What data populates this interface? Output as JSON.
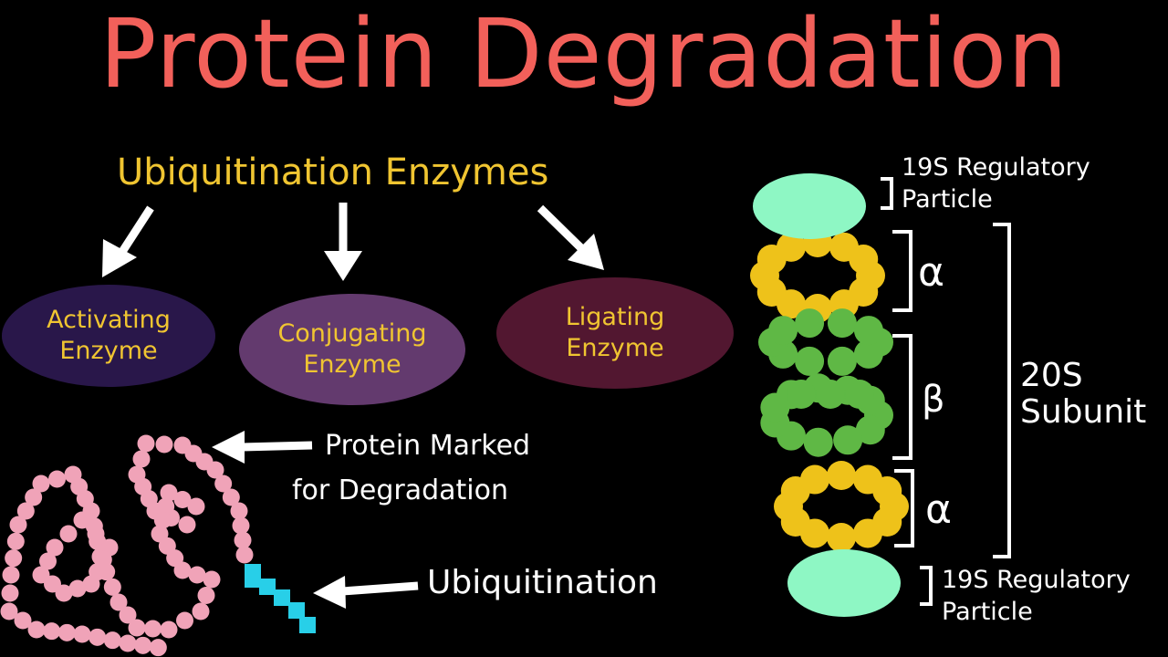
{
  "title": "Protein Degradation",
  "subtitle": "Ubiquitination Enzymes",
  "enzymes": [
    {
      "line1": "Activating",
      "line2": "Enzyme",
      "color": "#29174a"
    },
    {
      "line1": "Conjugating",
      "line2": "Enzyme",
      "color": "#633a6e"
    },
    {
      "line1": "Ligating",
      "line2": "Enzyme",
      "color": "#521730"
    }
  ],
  "labels": {
    "protein_marked_1": "Protein Marked",
    "protein_marked_2": "for Degradation",
    "ubiquitination": "Ubiquitination",
    "reg_top_1": "19S Regulatory",
    "reg_top_2": "Particle",
    "reg_bot_1": "19S Regulatory",
    "reg_bot_2": "Particle",
    "alpha_top": "α",
    "beta": "β",
    "alpha_bot": "α",
    "subunit_1": "20S",
    "subunit_2": "Subunit"
  },
  "colors": {
    "title": "#f2605a",
    "accent": "#f0c531",
    "alpha": "#eec21a",
    "beta": "#5fb845",
    "cap": "#8ef7c4",
    "protein": "#f0a3b8",
    "ubiquitin": "#28cfe8"
  }
}
